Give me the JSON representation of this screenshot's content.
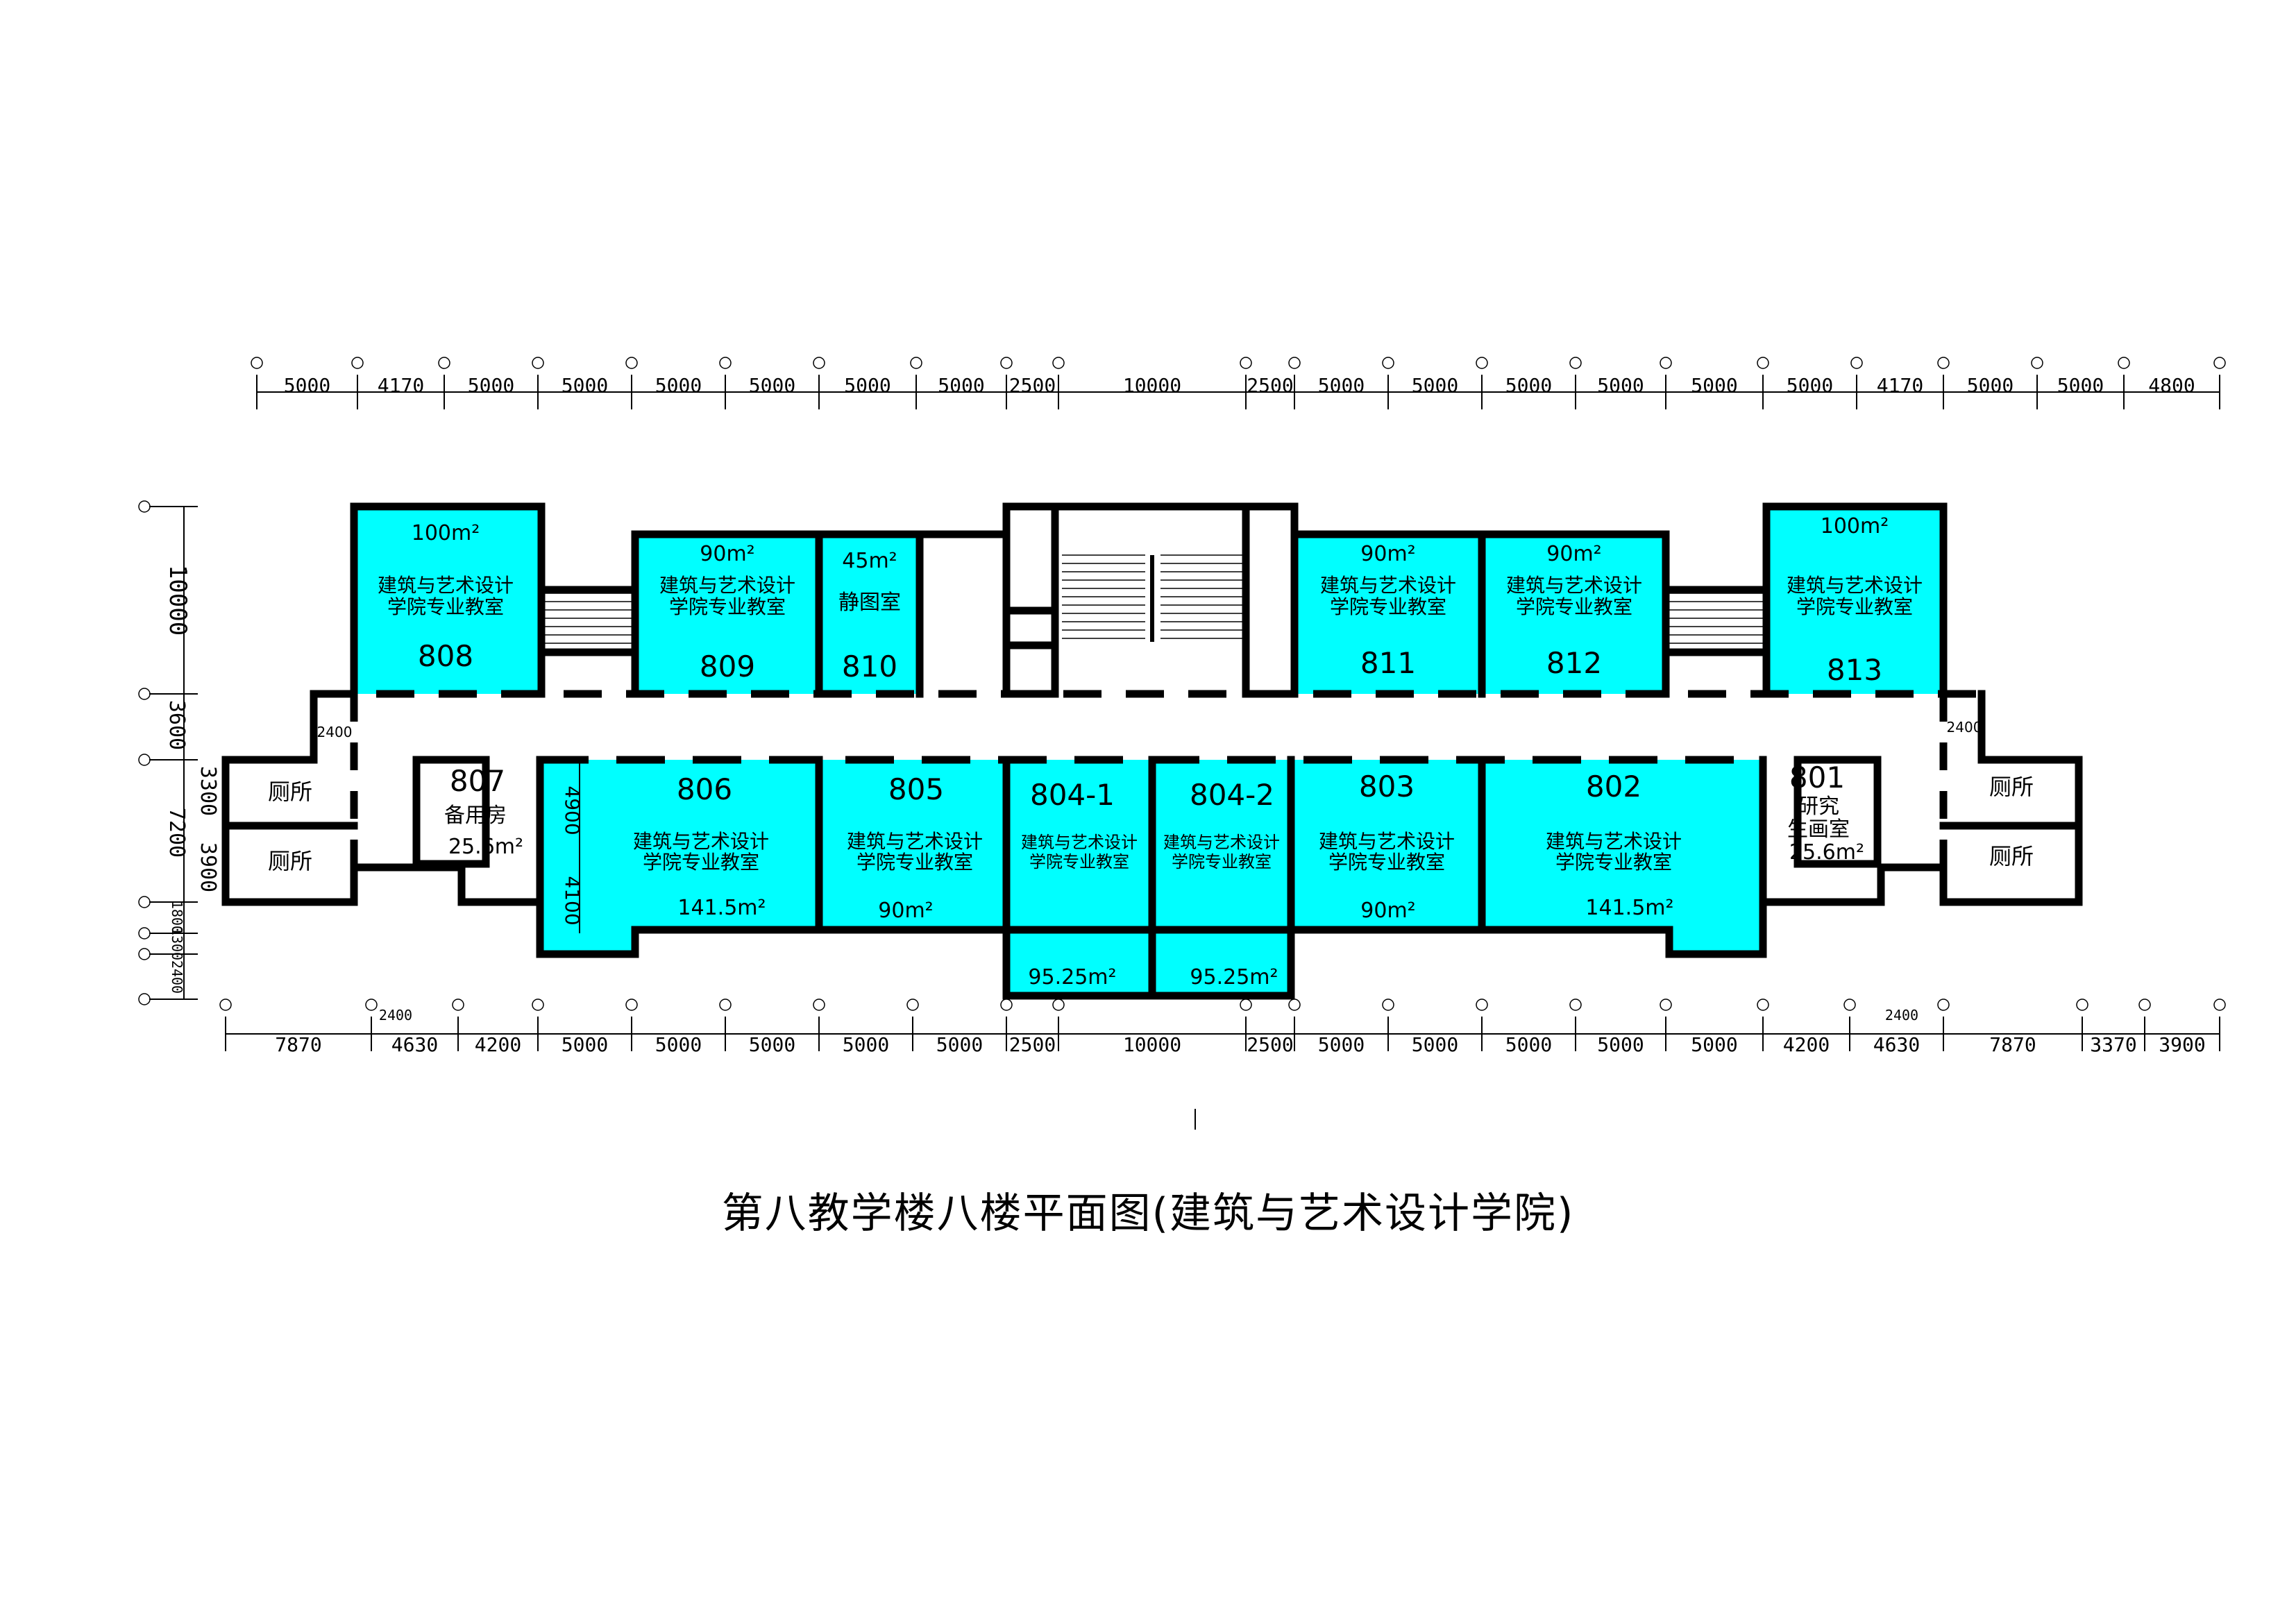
{
  "title": "第八教学楼八楼平面图(建筑与艺术设计学院)",
  "colors": {
    "room_fill": "#00FFFF",
    "wall": "#000000",
    "background": "#FFFFFF"
  },
  "top_dimensions": [
    "5000",
    "4170",
    "5000",
    "5000",
    "5000",
    "5000",
    "5000",
    "5000",
    "2500",
    "10000",
    "2500",
    "5000",
    "5000",
    "5000",
    "5000",
    "5000",
    "5000",
    "4170",
    "5000",
    "5000",
    "4800"
  ],
  "bottom_dimensions": [
    "7870",
    "4630",
    "4200",
    "5000",
    "5000",
    "5000",
    "5000",
    "5000",
    "2500",
    "10000",
    "2500",
    "5000",
    "5000",
    "5000",
    "5000",
    "5000",
    "4200",
    "4630",
    "7870",
    "3370",
    "3900"
  ],
  "bottom_small_labels": [
    "2400",
    "2400"
  ],
  "left_dimensions": [
    "10000",
    "3600",
    "3300",
    "7200",
    "3900",
    "1800",
    "1300",
    "2400"
  ],
  "inner_dimensions": [
    "4900",
    "4100"
  ],
  "corridor_labels": [
    "2400",
    "2400"
  ],
  "rooms": {
    "r808": {
      "number": "808",
      "area": "100m²",
      "name_line1": "建筑与艺术设计",
      "name_line2": "学院专业教室"
    },
    "r809": {
      "number": "809",
      "area": "90m²",
      "name_line1": "建筑与艺术设计",
      "name_line2": "学院专业教室"
    },
    "r810": {
      "number": "810",
      "area": "45m²",
      "name": "静图室"
    },
    "r811": {
      "number": "811",
      "area": "90m²",
      "name_line1": "建筑与艺术设计",
      "name_line2": "学院专业教室"
    },
    "r812": {
      "number": "812",
      "area": "90m²",
      "name_line1": "建筑与艺术设计",
      "name_line2": "学院专业教室"
    },
    "r813": {
      "number": "813",
      "area": "100m²",
      "name_line1": "建筑与艺术设计",
      "name_line2": "学院专业教室"
    },
    "r806": {
      "number": "806",
      "area": "141.5m²",
      "name_line1": "建筑与艺术设计",
      "name_line2": "学院专业教室"
    },
    "r805": {
      "number": "805",
      "area": "90m²",
      "name_line1": "建筑与艺术设计",
      "name_line2": "学院专业教室"
    },
    "r804_1": {
      "number": "804-1",
      "area": "95.25m²",
      "name_line1": "建筑与艺术设计",
      "name_line2": "学院专业教室"
    },
    "r804_2": {
      "number": "804-2",
      "area": "95.25m²",
      "name_line1": "建筑与艺术设计",
      "name_line2": "学院专业教室"
    },
    "r803": {
      "number": "803",
      "area": "90m²",
      "name_line1": "建筑与艺术设计",
      "name_line2": "学院专业教室"
    },
    "r802": {
      "number": "802",
      "area": "141.5m²",
      "name_line1": "建筑与艺术设计",
      "name_line2": "学院专业教室"
    },
    "r807": {
      "number": "807",
      "area": "25.6m²",
      "name": "备用房"
    },
    "r801": {
      "number": "801",
      "area": "25.6m²",
      "name_line1": "研究",
      "name_line2": "生画室"
    }
  },
  "toilets": {
    "label": "厕所"
  }
}
